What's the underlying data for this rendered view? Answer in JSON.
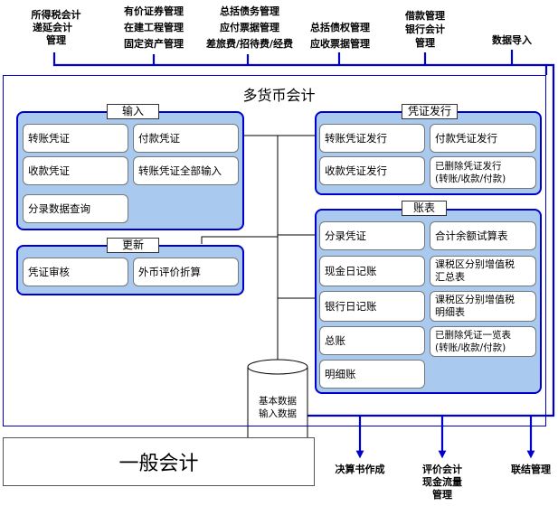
{
  "top_labels": [
    {
      "id": "tax",
      "lines": [
        "所得税会计",
        "递延会计",
        "管理"
      ]
    },
    {
      "id": "securities",
      "lines": [
        "有价证券管理",
        "在建工程管理",
        "固定资产管理"
      ]
    },
    {
      "id": "debt",
      "lines": [
        "总括债务管理",
        "应付票据管理",
        "差旅费/招待费/经费"
      ]
    },
    {
      "id": "claims",
      "lines": [
        "总括债权管理",
        "应收票据管理"
      ]
    },
    {
      "id": "loan",
      "lines": [
        "借款管理",
        "银行会计",
        "管理"
      ]
    },
    {
      "id": "import",
      "lines": [
        "数据导入"
      ]
    }
  ],
  "main_title": "多货币会计",
  "input_panel": {
    "title": "输入",
    "items": [
      "转账凭证",
      "付款凭证",
      "收款凭证",
      "转账凭证全部输入",
      "分录数据查询"
    ]
  },
  "update_panel": {
    "title": "更新",
    "items": [
      "凭证审核",
      "外币评价折算"
    ]
  },
  "voucher_panel": {
    "title": "凭证发行",
    "items": [
      "转账凭证发行",
      "付款凭证发行",
      "收款凭证发行",
      "已删除凭证发行\n(转账/收款/付款)"
    ]
  },
  "ledger_panel": {
    "title": "账表",
    "items": [
      "分录凭证",
      "合计余额试算表",
      "现金日记账",
      "课税区分别增值税\n汇总表",
      "银行日记账",
      "课税区分别增值税\n明细表",
      "总账",
      "已删除凭证一览表\n(转账/收款/付款)",
      "明细账"
    ]
  },
  "database": [
    "基本数据",
    "输入数据"
  ],
  "general_accounting": "一般会计",
  "bottom_labels": [
    {
      "id": "settlement",
      "lines": [
        "决算书作成"
      ]
    },
    {
      "id": "evaluation",
      "lines": [
        "评价会计",
        "现金流量",
        "管理"
      ]
    },
    {
      "id": "consolidated",
      "lines": [
        "联结管理"
      ]
    }
  ]
}
